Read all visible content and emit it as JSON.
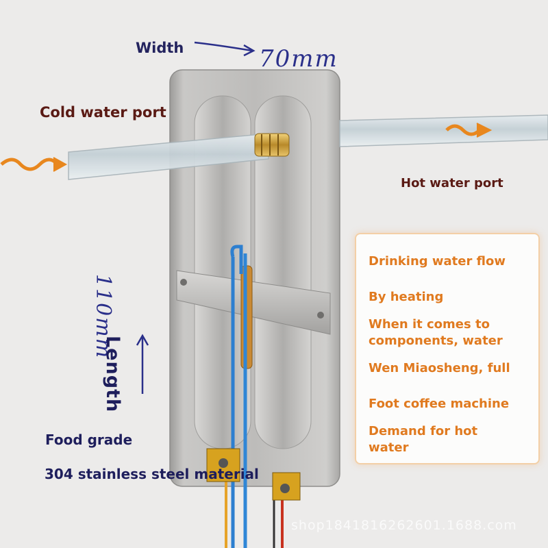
{
  "colors": {
    "label_dark": "#1e1e5c",
    "port_label": "#5a1a14",
    "callout_text": "#e07a1f",
    "arrow_orange": "#e8871e",
    "plate_steel": "#b9b8b6"
  },
  "dimensions": {
    "width_label": "Width",
    "width_value": "70mm",
    "length_label": "Length",
    "length_value": "110mm"
  },
  "ports": {
    "cold": "Cold water port",
    "hot": "Hot water port"
  },
  "material": {
    "line1": "Food grade",
    "line2": "304 stainless steel material"
  },
  "callout": {
    "lines": [
      "Drinking water flow",
      "By heating",
      "When it comes to",
      "components, water",
      "Wen Miaosheng, full",
      "Foot coffee machine",
      "Demand for hot",
      "water"
    ]
  },
  "watermark": "shop1841816262601.1688.com"
}
